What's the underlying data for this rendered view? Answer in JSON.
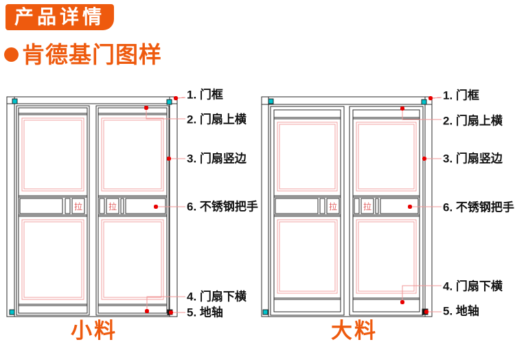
{
  "header": {
    "badge": "产品详情",
    "title": "肯德基门图样"
  },
  "annotations": {
    "a1": "1. 门框",
    "a2": "2. 门扇上横",
    "a3": "3. 门扇竖边",
    "a6": "6. 不锈钢把手",
    "a4": "4. 门扇下横",
    "a5": "5. 地轴"
  },
  "doors": {
    "small": {
      "caption": "小料",
      "handle_char": "拉"
    },
    "large": {
      "caption": "大料",
      "handle_char": "拉"
    }
  },
  "colors": {
    "accent_orange": "#ee5a0e",
    "outline_black": "#2a2a2a",
    "glass_pink": "#f0a0a0",
    "annotation_line_pink": "#f09595",
    "dot_red": "#e80000",
    "pivot_cyan": "#00c4cc"
  }
}
